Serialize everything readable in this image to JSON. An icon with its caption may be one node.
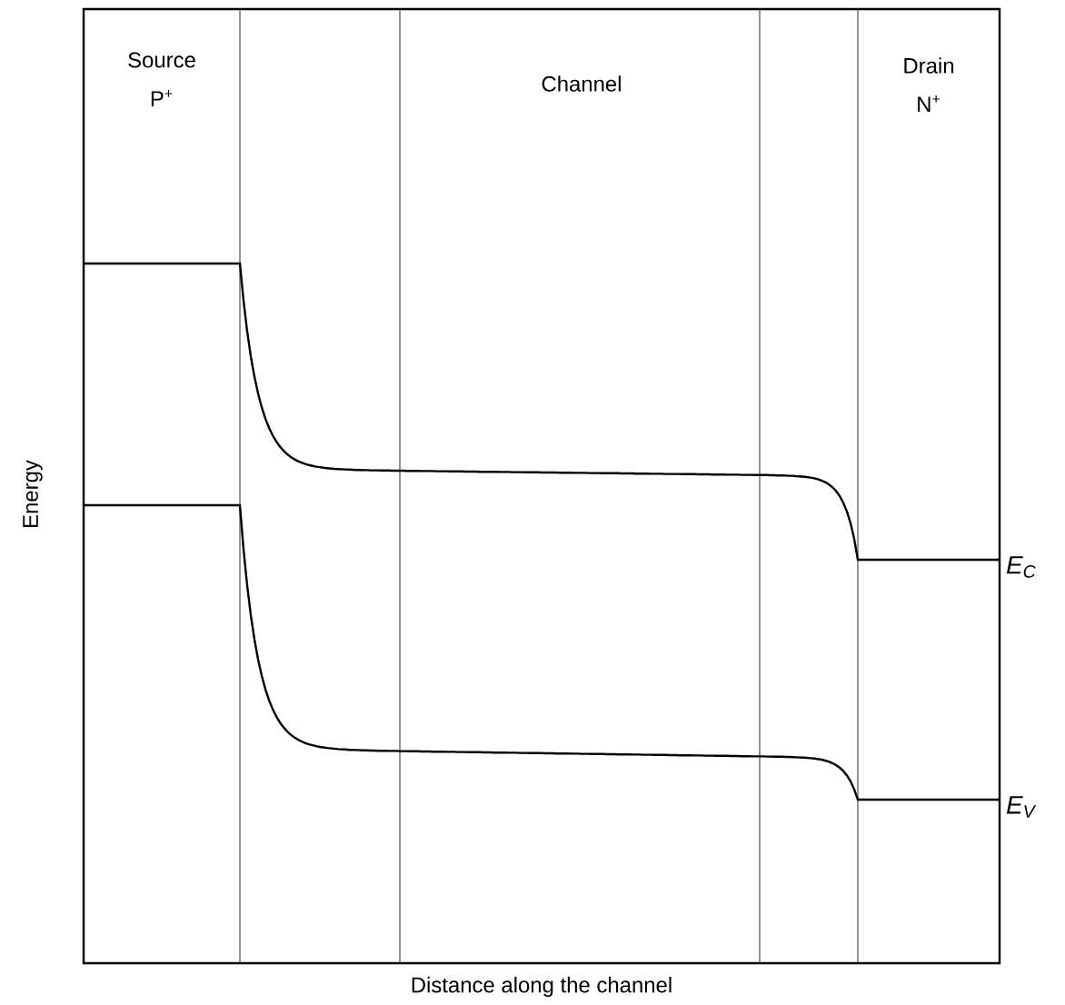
{
  "diagram": {
    "labels": [
      "Source",
      "P$^{+}$",
      "Channel",
      "Drain",
      "N$^{+}$",
      "Energy",
      "E$_{C}$",
      "E$_{V}$",
      "Distance along the channel"
    ]
  }
}
